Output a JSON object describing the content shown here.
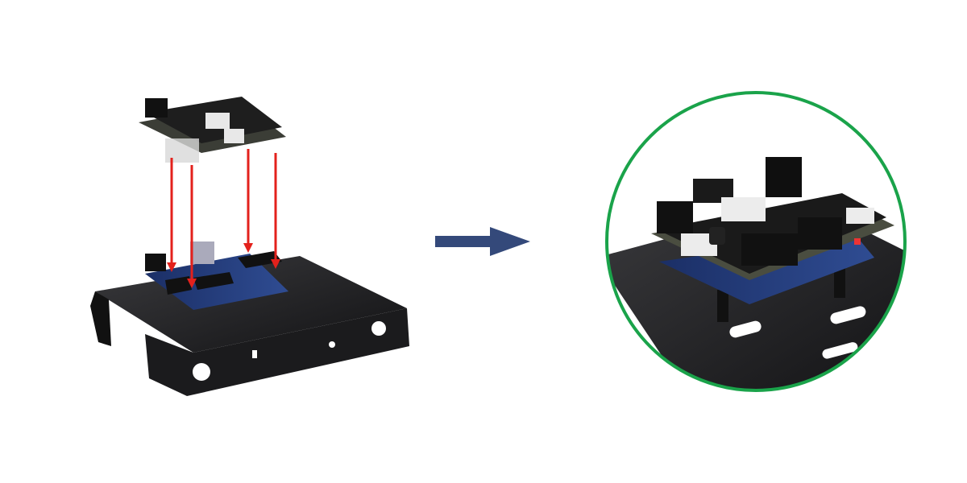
{
  "diagram": {
    "steps": [
      {
        "id": "before",
        "description_icon": "exploded-assembly"
      },
      {
        "id": "after",
        "description_icon": "assembled-zoom"
      }
    ],
    "colors": {
      "assembly_arrows": "#e3211c",
      "transition_arrow": "#34497a",
      "zoom_circle": "#1aa34a",
      "chassis": "#1c1c1e",
      "controller_board": "#1f3a7a",
      "shield_board": "#2a2a2a"
    },
    "icons": [
      "red-arrow-icon",
      "right-arrow-icon",
      "zoom-circle-icon"
    ]
  }
}
